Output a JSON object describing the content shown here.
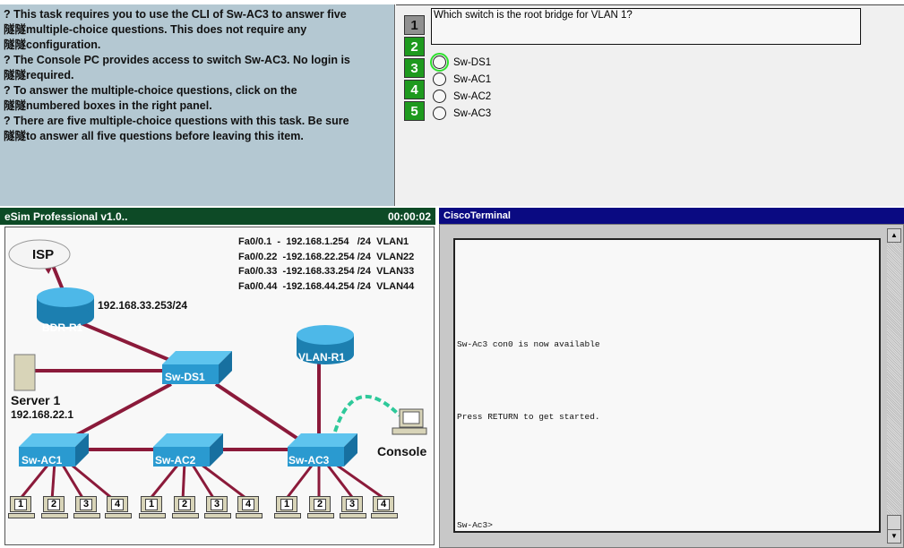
{
  "instructions": [
    "? This task requires you to use the CLI of Sw-AC3 to answer five",
    "隧隧multiple-choice questions. This does not require any",
    "隧隧configuration.",
    "? The Console PC provides access to switch Sw-AC3.  No login is",
    "隧隧required.",
    "? To answer the multiple-choice questions, click on the",
    "隧隧numbered boxes in the right panel.",
    "? There are five multiple-choice questions with this task. Be sure",
    "隧隧to answer all five questions before leaving this item."
  ],
  "question": {
    "numbers": [
      "1",
      "2",
      "3",
      "4",
      "5"
    ],
    "active": "1",
    "text": "Which switch is the root bridge for VLAN 1?",
    "options": [
      "Sw-DS1",
      "Sw-AC1",
      "Sw-AC2",
      "Sw-AC3"
    ]
  },
  "esim": {
    "title": "eSim Professional v1.0..",
    "timer": "00:00:02"
  },
  "diagram": {
    "subinterfaces": [
      "Fa0/0.1  -  192.168.1.254   /24  VLAN1",
      "Fa0/0.22  -192.168.22.254 /24  VLAN22",
      "Fa0/0.33  -192.168.33.254 /24  VLAN33",
      "Fa0/0.44  -192.168.44.254 /24  VLAN44"
    ],
    "isp": "ISP",
    "bdr": "BDR-R1",
    "bdr_ip": "192.168.33.253/24",
    "server": "Server 1",
    "server_ip": "192.168.22.1",
    "vlanr": "VLAN-R1",
    "ds1": "Sw-DS1",
    "ac1": "Sw-AC1",
    "ac2": "Sw-AC2",
    "ac3": "Sw-AC3",
    "console": "Console",
    "pcs": [
      "1",
      "2",
      "3",
      "4"
    ]
  },
  "terminal": {
    "title": "CiscoTerminal",
    "lines": [
      "Sw-Ac3 con0 is now available",
      "Press RETURN to get started.",
      "Sw-Ac3>"
    ]
  },
  "colors": {
    "link": "#8b1a3a",
    "device": "#2a9ad0",
    "console_cable": "#2ec99a",
    "active_green": "#1e9a1e"
  }
}
